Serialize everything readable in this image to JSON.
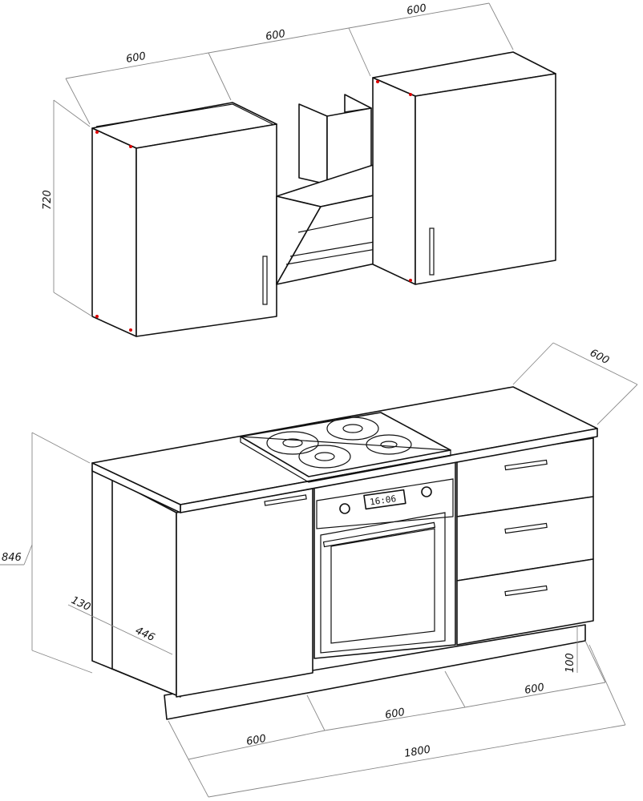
{
  "title": "Kitchen cabinet dimension drawing",
  "upper_dimensions": {
    "left_width": "600",
    "hood_width": "600",
    "right_width": "600",
    "height": "720"
  },
  "lower_dimensions": {
    "depth": "600",
    "height": "846",
    "plinth_offset": "130",
    "side_depth": "446",
    "plinth_height": "100",
    "left_width": "600",
    "middle_width": "600",
    "right_width": "600",
    "total_width": "1800"
  },
  "oven": {
    "clock_display": "16:06"
  }
}
